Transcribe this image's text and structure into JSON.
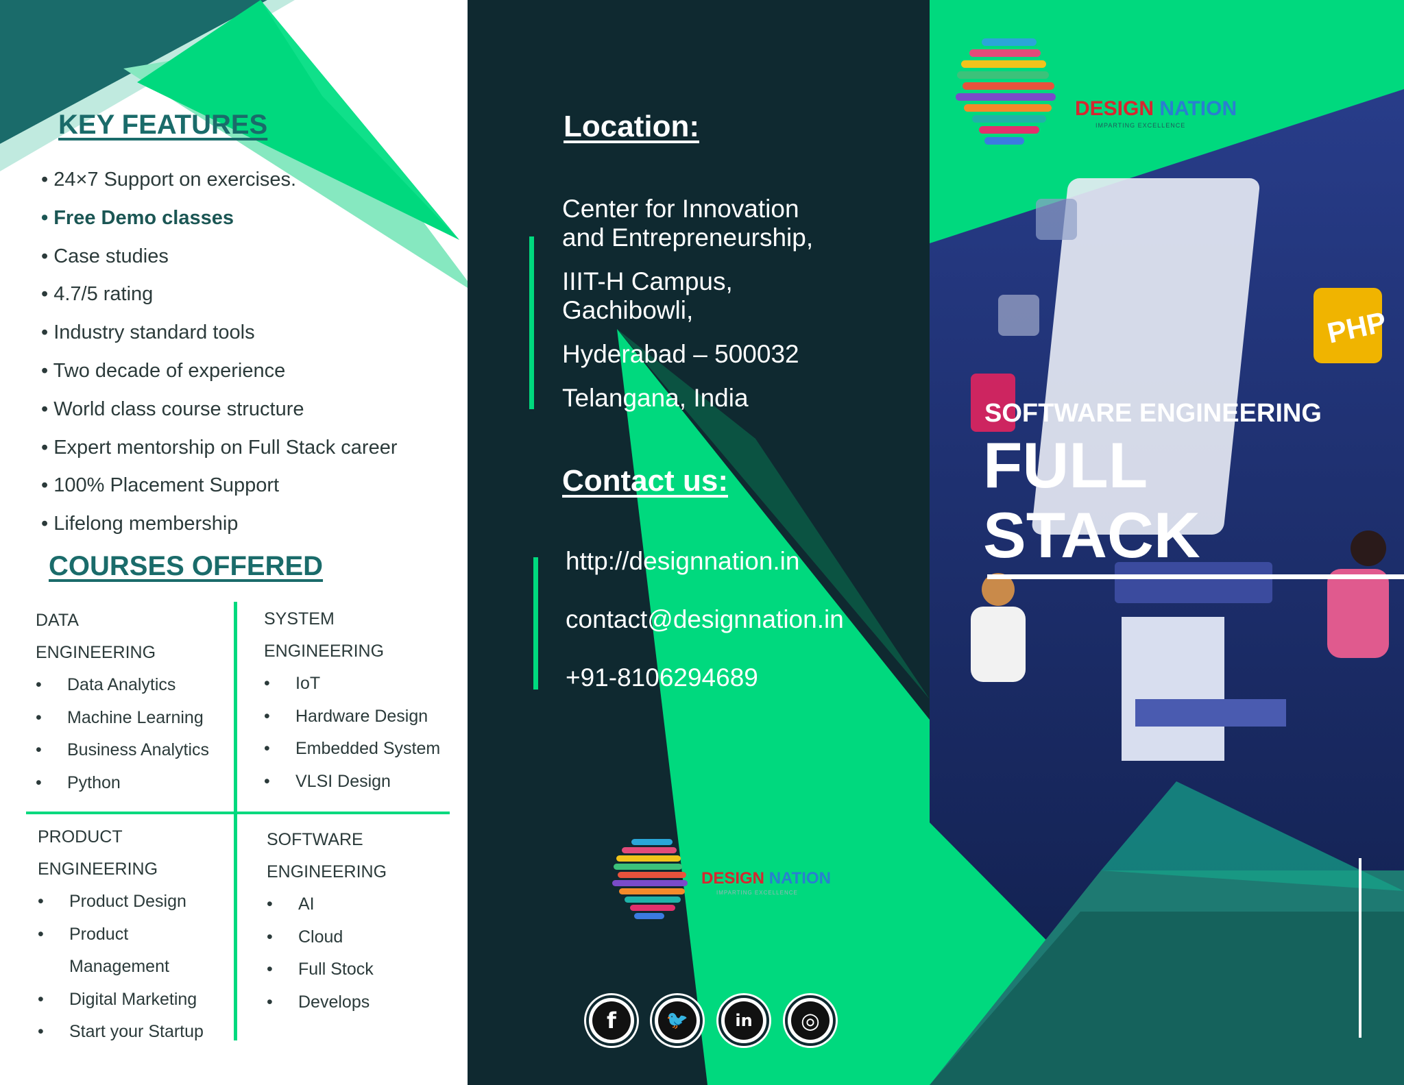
{
  "left": {
    "key_features_title": "KEY FEATURES",
    "features": [
      {
        "text": "• 24×7 Support on exercises."
      },
      {
        "text": "• Free Demo classes"
      },
      {
        "text": "• Case studies"
      },
      {
        "text": "• 4.7/5 rating"
      },
      {
        "text": "• Industry standard tools"
      },
      {
        "text": "• Two decade of experience"
      },
      {
        "text": "• World class course structure"
      },
      {
        "text": "• Expert mentorship on Full Stack career"
      },
      {
        "text": "• 100% Placement Support"
      },
      {
        "text": "• Lifelong membership"
      }
    ],
    "courses_title": "COURSES OFFERED",
    "courses": {
      "data": {
        "line1": "DATA",
        "line2": "ENGINEERING",
        "items": [
          "Data Analytics",
          "Machine Learning",
          "Business Analytics",
          "Python"
        ]
      },
      "system": {
        "line1": "SYSTEM",
        "line2": "ENGINEERING",
        "items": [
          "IoT",
          "Hardware Design",
          "Embedded System",
          "VLSI Design"
        ]
      },
      "product": {
        "line1": "PRODUCT",
        "line2": "ENGINEERING",
        "items": [
          "Product Design",
          "Product",
          "Management",
          "Digital Marketing",
          "Start your Startup"
        ]
      },
      "software": {
        "line1": "SOFTWARE",
        "line2": "ENGINEERING",
        "items": [
          "AI",
          "Cloud",
          "Full Stock",
          "Develops"
        ]
      }
    },
    "bullet": "•"
  },
  "middle": {
    "location_title": "Location:",
    "address": [
      "Center for Innovation",
      "and Entrepreneurship,",
      "IIIT-H Campus,",
      "Gachibowli,",
      "Hyderabad – 500032",
      "Telangana, India"
    ],
    "contact_title": "Contact us:",
    "website": "http://designnation.in",
    "email": "contact@designnation.in",
    "phone": "+91-8106294689",
    "logo": {
      "name_part1": "DESIGN",
      "name_part2": "NATION",
      "tagline": "IMPARTING EXCELLENCE"
    },
    "social": [
      {
        "icon": "facebook-icon",
        "glyph": "f"
      },
      {
        "icon": "twitter-icon",
        "glyph": "🐦"
      },
      {
        "icon": "linkedin-icon",
        "glyph": "in"
      },
      {
        "icon": "instagram-icon",
        "glyph": "◎"
      }
    ]
  },
  "right": {
    "logo": {
      "name_part1": "DESIGN",
      "name_part2": "NATION",
      "tagline": "IMPARTING EXCELLENCE"
    },
    "subtitle": "SOFTWARE ENGINEERING",
    "title_line1": "FULL",
    "title_line2": "STACK",
    "php_badge": "PHP"
  },
  "colors": {
    "accent_green": "#00d97e",
    "teal_dark": "#1a6b6a",
    "mid_bg": "#0f2930",
    "right_bg": "#16305e",
    "logo_red": "#d8262f",
    "logo_blue": "#2a7fd0"
  }
}
